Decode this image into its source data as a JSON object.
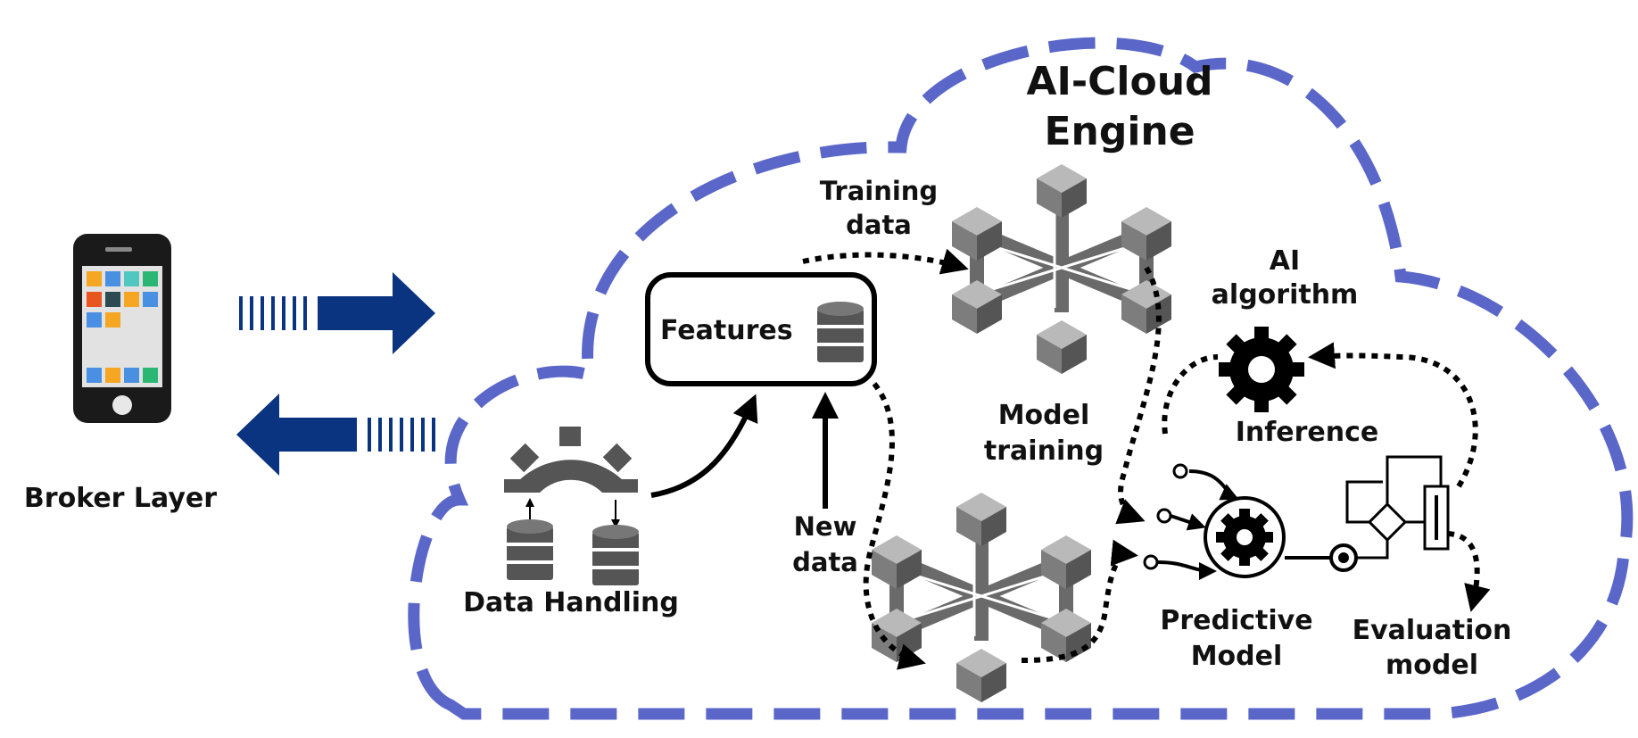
{
  "colors": {
    "cloud_stroke": "#5a67c8",
    "arrow_fill": "#0b3480",
    "icon_gray": "#555555",
    "ink": "#000000"
  },
  "broker": {
    "label": "Broker Layer",
    "icon": "smartphone-icon"
  },
  "engine": {
    "title_line1": "AI-Cloud",
    "title_line2": "Engine"
  },
  "nodes": {
    "data_handling": {
      "label": "Data Handling",
      "icon": "gear-database-icon"
    },
    "features": {
      "label": "Features",
      "icon": "database-icon"
    },
    "training_data": {
      "line1": "Training",
      "line2": "data"
    },
    "new_data": {
      "line1": "New",
      "line2": "data"
    },
    "model_training": {
      "line1": "Model",
      "line2": "training",
      "icon": "cube-network-icon"
    },
    "ai_algorithm": {
      "line1": "AI",
      "line2": "algorithm",
      "icon": "gear-icon"
    },
    "inference": {
      "label": "Inference"
    },
    "predictive_model": {
      "line1": "Predictive",
      "line2": "Model",
      "icon": "predictive-gear-icon"
    },
    "evaluation_model": {
      "line1": "Evaluation",
      "line2": "model",
      "icon": "flowchart-icon"
    }
  }
}
